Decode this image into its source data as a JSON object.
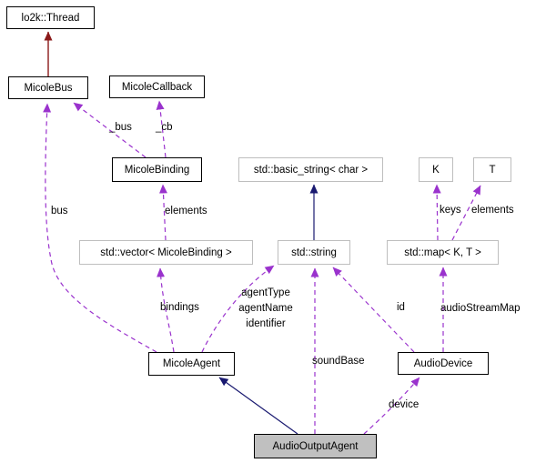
{
  "nodes": {
    "thread": "lo2k::Thread",
    "micole_bus": "MicoleBus",
    "micole_callback": "MicoleCallback",
    "micole_binding": "MicoleBinding",
    "basic_string": "std::basic_string< char >",
    "k": "K",
    "t": "T",
    "vector": "std::vector< MicoleBinding >",
    "string": "std::string",
    "map": "std::map< K, T >",
    "micole_agent": "MicoleAgent",
    "audio_device": "AudioDevice",
    "audio_output_agent": "AudioOutputAgent"
  },
  "edge_labels": {
    "binding_bus": "_bus",
    "binding_cb": "_cb",
    "agent_bus": "bus",
    "vector_elements": "elements",
    "map_keys": "keys",
    "map_elements": "elements",
    "agent_bindings": "bindings",
    "agent_member_1": "agentType",
    "agent_member_2": "agentName",
    "agent_member_3": "identifier",
    "aoa_soundbase": "soundBase",
    "device_id": "id",
    "device_map": "audioStreamMap",
    "aoa_device": "device"
  },
  "colors": {
    "public_inheritance": "#191970",
    "private_inheritance": "#8b1a1a",
    "usage_edge": "#9a32cd",
    "external_node_border": "#bebebe",
    "focus_node_fill": "#c0c0c0",
    "background": "#ffffff"
  }
}
